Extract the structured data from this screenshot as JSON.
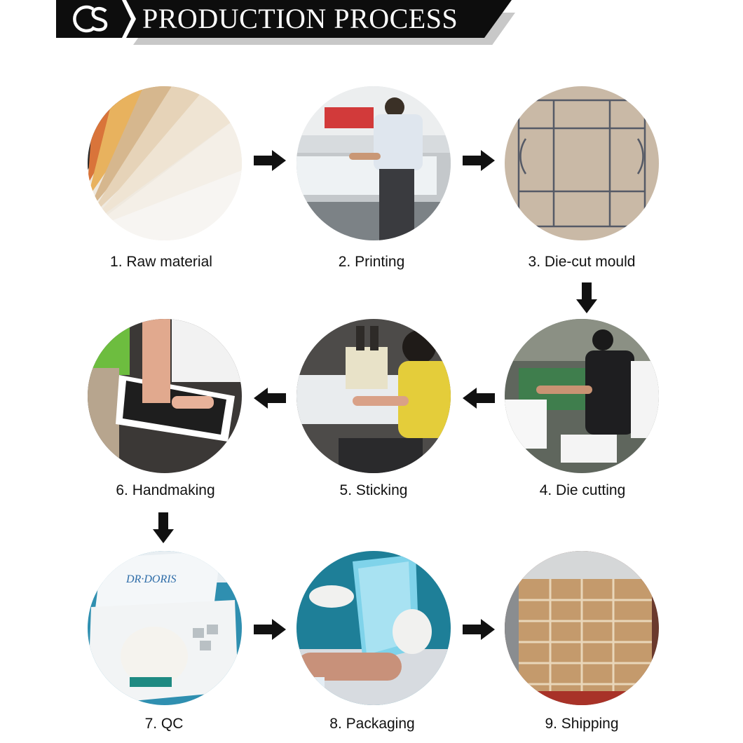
{
  "header": {
    "logo_text": "CS",
    "title": "PRODUCTION PROCESS"
  },
  "steps": [
    {
      "label": "1. Raw material"
    },
    {
      "label": "2. Printing"
    },
    {
      "label": "3. Die-cut mould"
    },
    {
      "label": "4. Die cutting"
    },
    {
      "label": "5. Sticking"
    },
    {
      "label": "6. Handmaking"
    },
    {
      "label": "7. QC"
    },
    {
      "label": "8. Packaging"
    },
    {
      "label": "9. Shipping"
    }
  ],
  "photo_text": {
    "qc_box_brand": "DR·DORIS"
  },
  "colors": {
    "banner": "#0d0d0d",
    "banner_shadow": "#c8c8c8",
    "arrow": "#111111"
  }
}
